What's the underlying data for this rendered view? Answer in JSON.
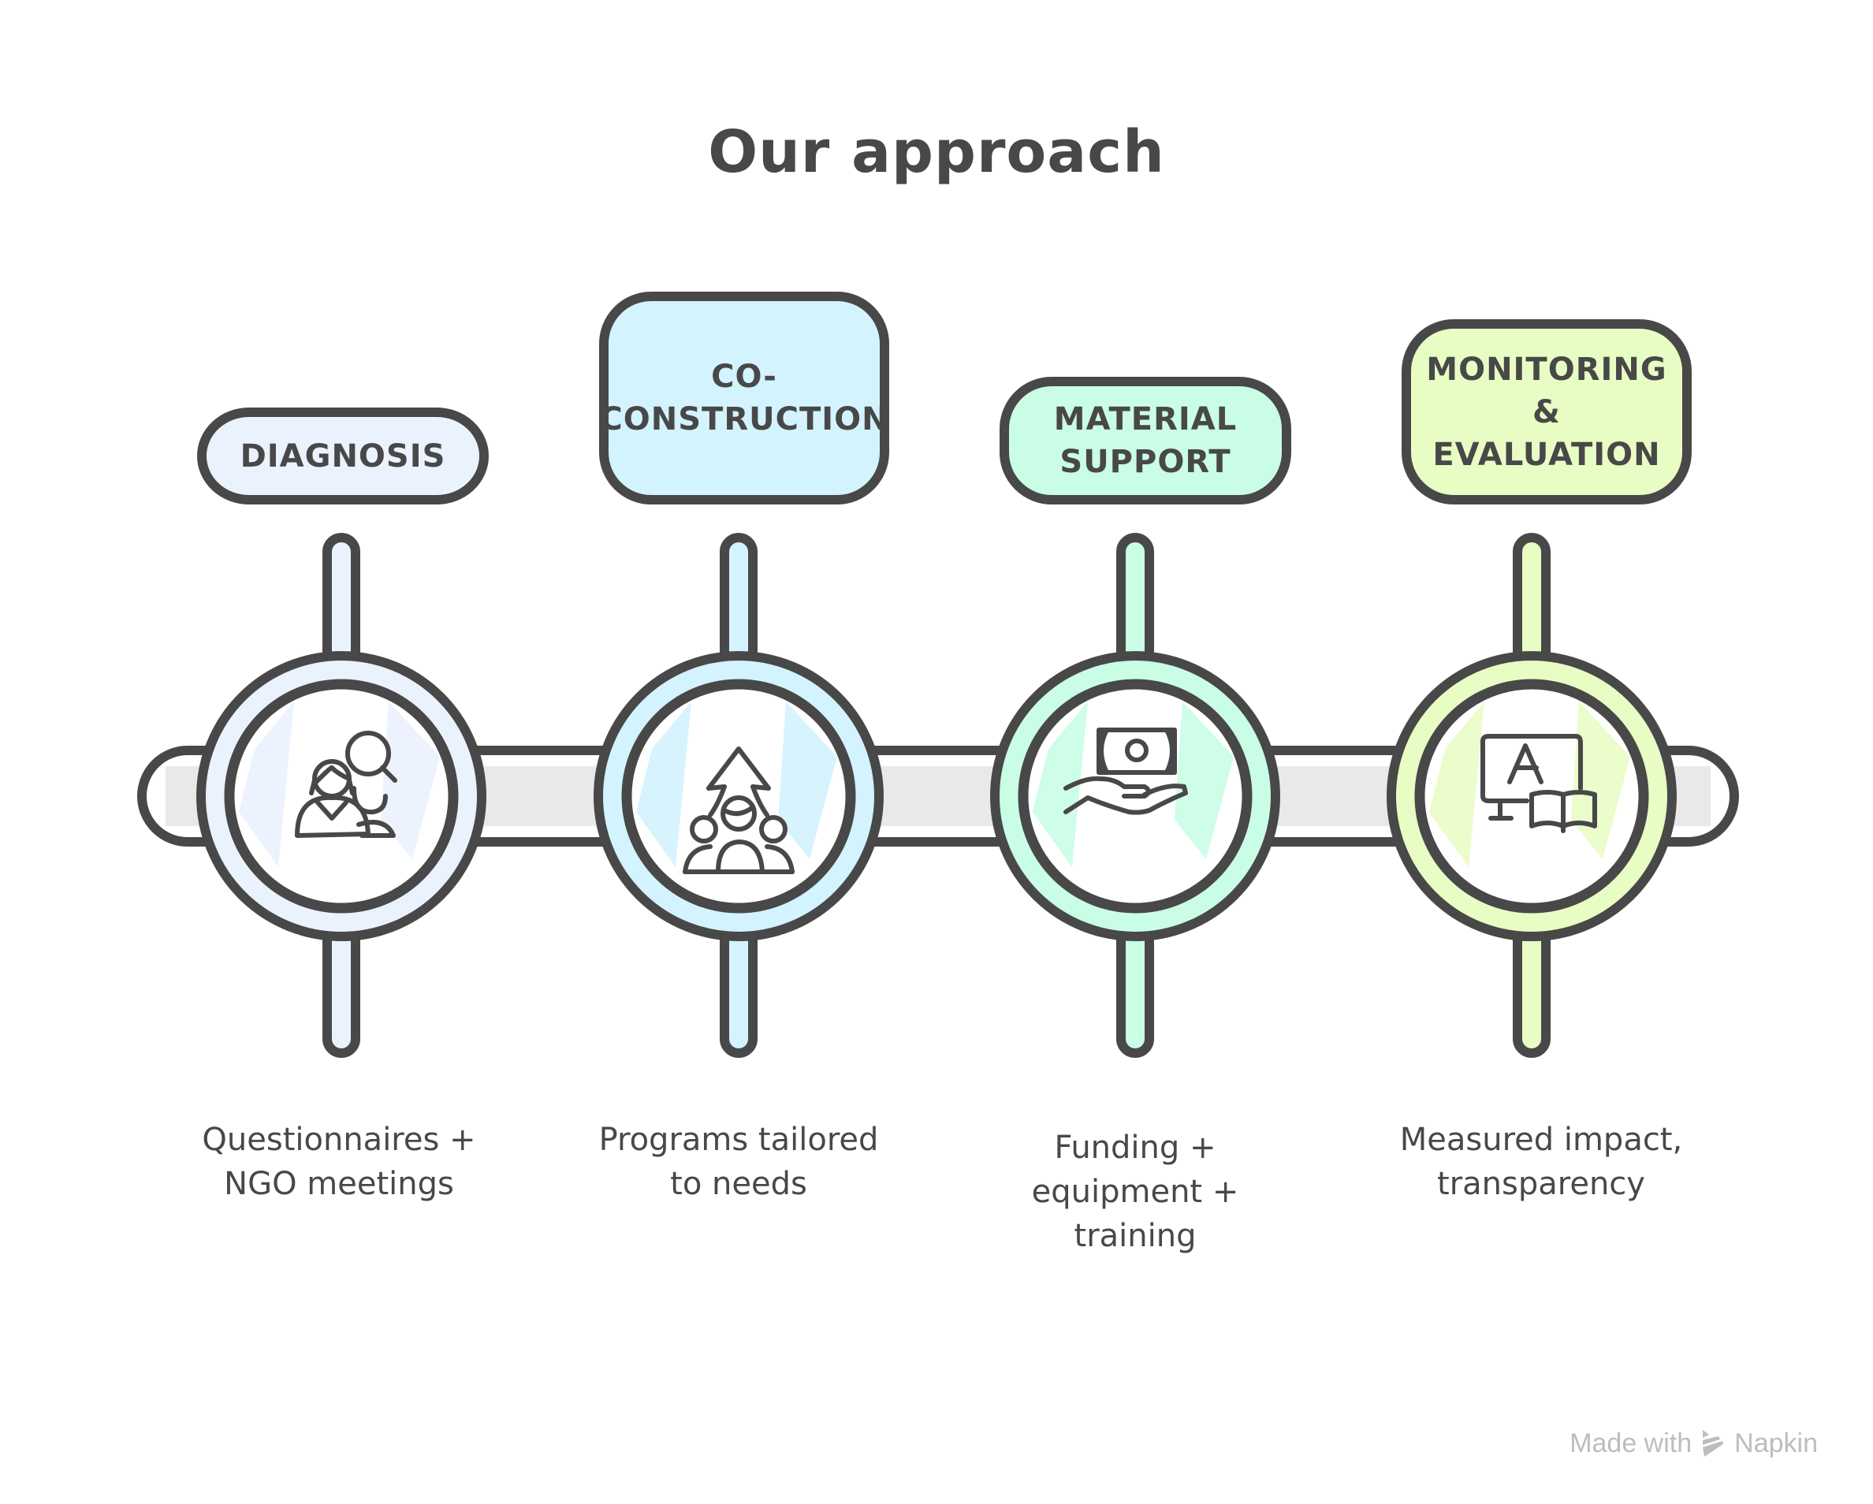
{
  "title": "Our approach",
  "colors": {
    "stroke": "#484848",
    "bar_fill": "#e9e9e9",
    "step_fills": [
      "#eaf2fe",
      "#d3f3fe",
      "#c9fde6",
      "#e8fdc4"
    ]
  },
  "steps": [
    {
      "label": "DIAGNOSIS",
      "description": "Questionnaires +\nNGO meetings",
      "icon": "people-search-icon"
    },
    {
      "label": "CO-\nCONSTRUCTION",
      "description": "Programs tailored\nto needs",
      "icon": "group-arrow-up-icon"
    },
    {
      "label": "MATERIAL\nSUPPORT",
      "description": "Funding +\nequipment +\ntraining",
      "icon": "hand-money-icon"
    },
    {
      "label": "MONITORING\n&\nEVALUATION",
      "description": "Measured impact,\ntransparency",
      "icon": "monitor-book-icon"
    }
  ],
  "footer": {
    "made_with": "Made with",
    "brand": "Napkin"
  }
}
